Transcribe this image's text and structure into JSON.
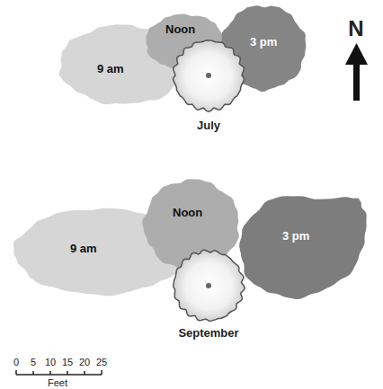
{
  "diagram": {
    "nodes": [
      {
        "text": [
          "9 am"
        ]
      },
      {
        "text": [
          "Noon"
        ]
      },
      {
        "text": [
          "3 pm"
        ]
      },
      {
        "text": [
          "9 am"
        ]
      },
      {
        "text": [
          "Noon"
        ]
      },
      {
        "text": [
          "3 pm"
        ]
      }
    ],
    "labels": [
      "July",
      "September",
      "N",
      "0",
      "5",
      "10",
      "15",
      "20",
      "25",
      "Feet"
    ]
  }
}
